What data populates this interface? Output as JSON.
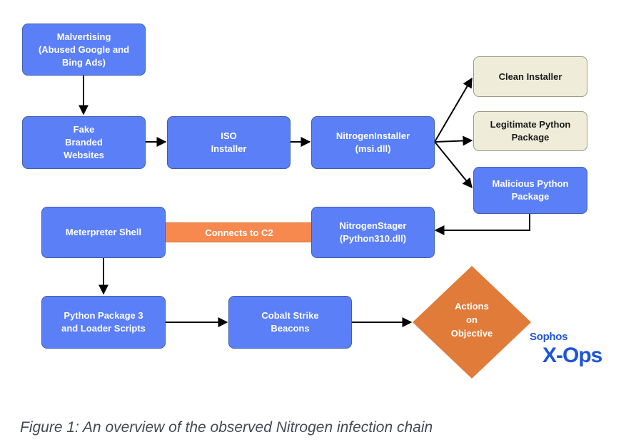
{
  "nodes": {
    "malvertising": "Malvertising\n(Abused Google and\nBing Ads)",
    "fake_websites": "Fake\nBranded\nWebsites",
    "iso_installer": "ISO\nInstaller",
    "nitrogen_installer": "NitrogenInstaller\n(msi.dll)",
    "clean_installer": "Clean Installer",
    "legit_python": "Legitimate Python\nPackage",
    "malicious_python": "Malicious Python\nPackage",
    "nitrogen_stager": "NitrogenStager\n(Python310.dll)",
    "meterpreter": "Meterpreter Shell",
    "python_pkg3": "Python Package 3\nand Loader Scripts",
    "cobalt_strike": "Cobalt Strike\nBeacons",
    "actions": "Actions\non\nObjective"
  },
  "connector_label": "Connects to C2",
  "logo": {
    "top": "Sophos",
    "bottom": "X-Ops"
  },
  "caption": "Figure 1: An overview of the observed Nitrogen infection chain",
  "colors": {
    "node_fill": "#5b7ff7",
    "node_border": "#3f5fa8",
    "benign_fill": "#efedd9",
    "connector_fill": "#f7894e",
    "diamond_fill": "#e07b39",
    "logo": "#1e55d8",
    "arrow": "#000000"
  }
}
